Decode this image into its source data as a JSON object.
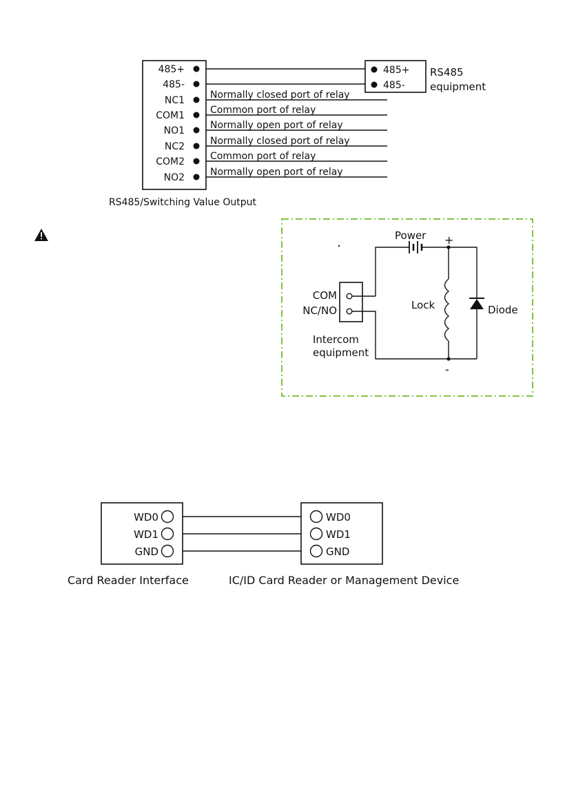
{
  "rs485_diagram": {
    "terminals": [
      "485+",
      "485-",
      "NC1",
      "COM1",
      "NO1",
      "NC2",
      "COM2",
      "NO2"
    ],
    "relay_descriptions": [
      "Normally closed port of relay",
      "Common port of relay",
      "Normally open port of relay",
      "Normally closed port of relay",
      "Common port of relay",
      "Normally open port of relay"
    ],
    "equipment_terminals": [
      "485+",
      "485-"
    ],
    "equipment_label_line1": "RS485",
    "equipment_label_line2": "equipment",
    "caption": "RS485/Switching  Value  Output"
  },
  "lock_circuit": {
    "power_label": "Power",
    "plus": "+",
    "minus": "-",
    "lock_label": "Lock",
    "diode_label": "Diode",
    "com_label": "COM",
    "nc_no_label": "NC/NO",
    "intercom_line1": "Intercom",
    "intercom_line2": "equipment",
    "warning_icon": "warning-icon",
    "border_color": "#7dc243"
  },
  "wiegand_diagram": {
    "left_terminals": [
      "WD0",
      "WD1",
      "GND"
    ],
    "right_terminals": [
      "WD0",
      "WD1",
      "GND"
    ],
    "left_caption": "Card Reader Interface",
    "right_caption": "IC/ID Card Reader or Management Device"
  }
}
